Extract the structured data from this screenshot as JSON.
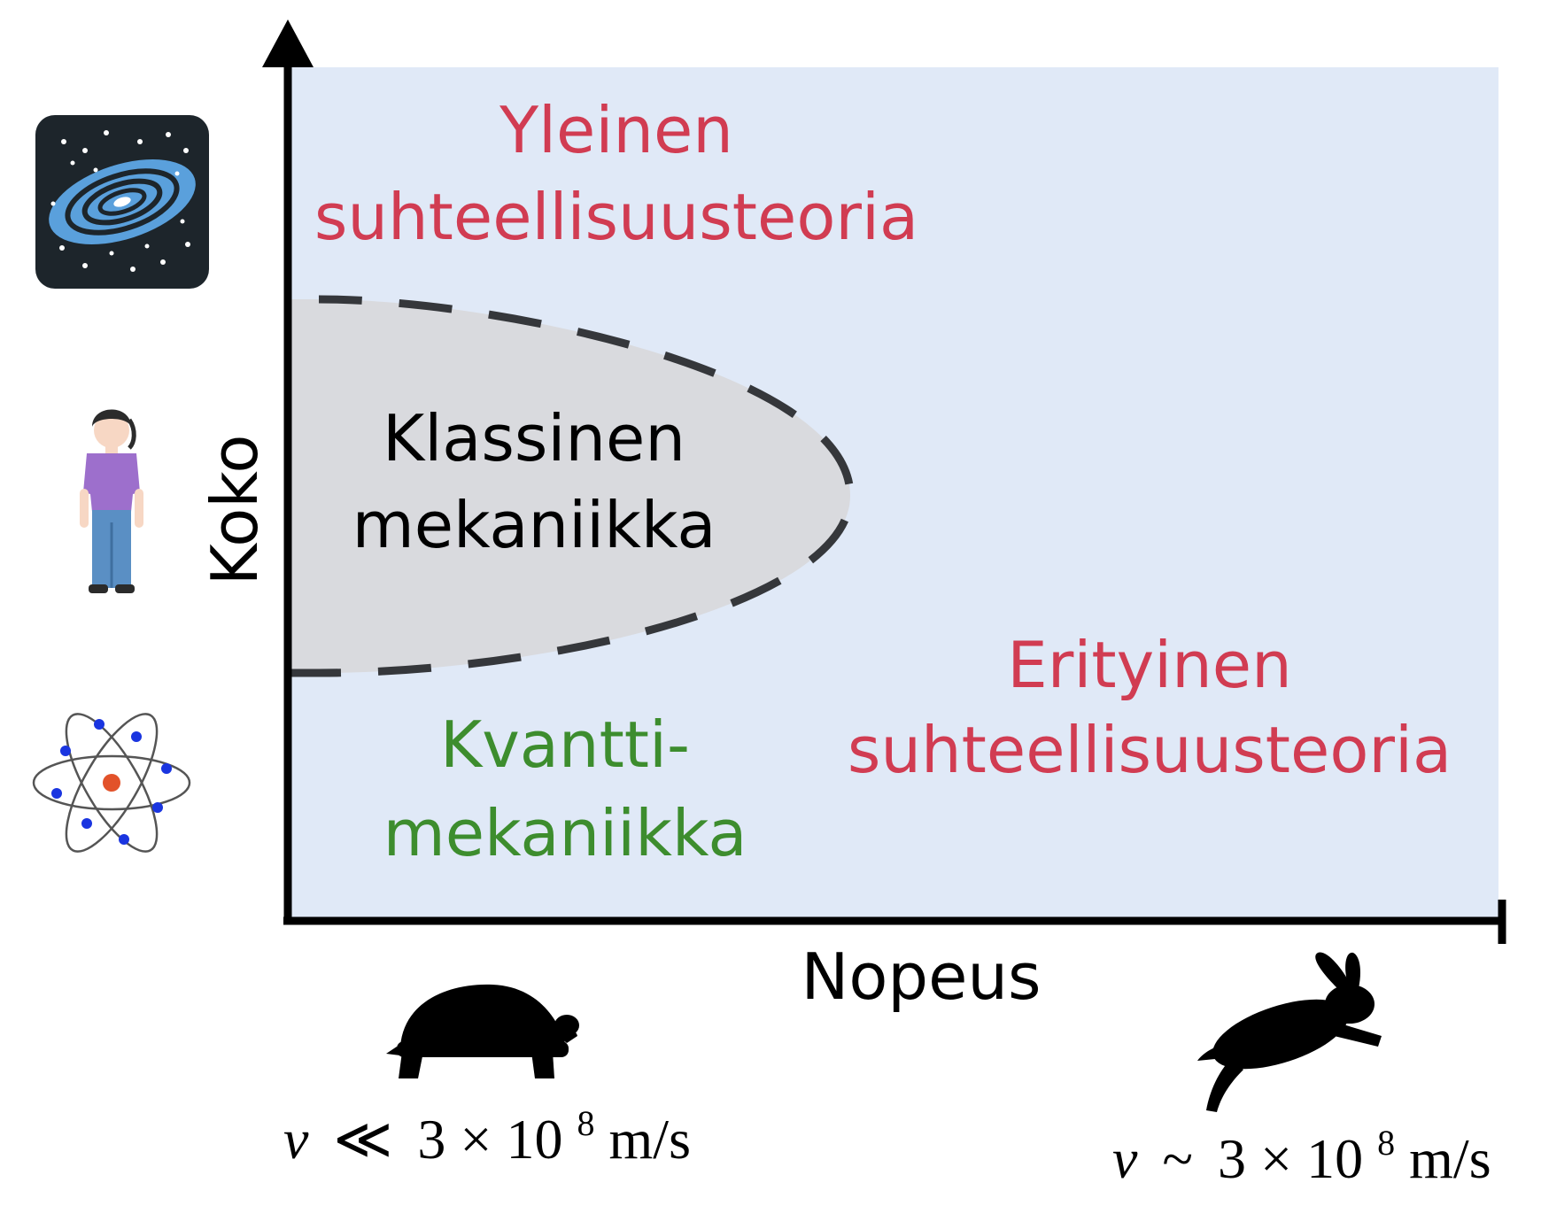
{
  "colors": {
    "background_region": "#e0e9f7",
    "classical_region": "#d9dade",
    "relativity_text": "#d13c52",
    "quantum_text": "#3d8d2e",
    "axis": "#000000",
    "dashed_border": "#35373b"
  },
  "axes": {
    "y_label": "Koko",
    "x_label": "Nopeus"
  },
  "regions": {
    "general_relativity": {
      "line1": "Yleinen",
      "line2": "suhteellisuusteoria"
    },
    "classical": {
      "line1": "Klassinen",
      "line2": "mekaniikka"
    },
    "quantum": {
      "line1": "Kvantti-",
      "line2": "mekaniikka"
    },
    "special_relativity": {
      "line1": "Erityinen",
      "line2": "suhteellisuusteoria"
    }
  },
  "formulas": {
    "slow": {
      "var": "v",
      "relation": "≪",
      "base": "3 × 10",
      "exp": "8",
      "unit": "m/s"
    },
    "fast": {
      "var": "v",
      "relation": "~",
      "base": "3 × 10",
      "exp": "8",
      "unit": "m/s"
    }
  },
  "icons": {
    "galaxy": "galaxy-icon",
    "person": "person-icon",
    "atom": "atom-icon",
    "turtle": "turtle-icon",
    "rabbit": "rabbit-icon"
  }
}
